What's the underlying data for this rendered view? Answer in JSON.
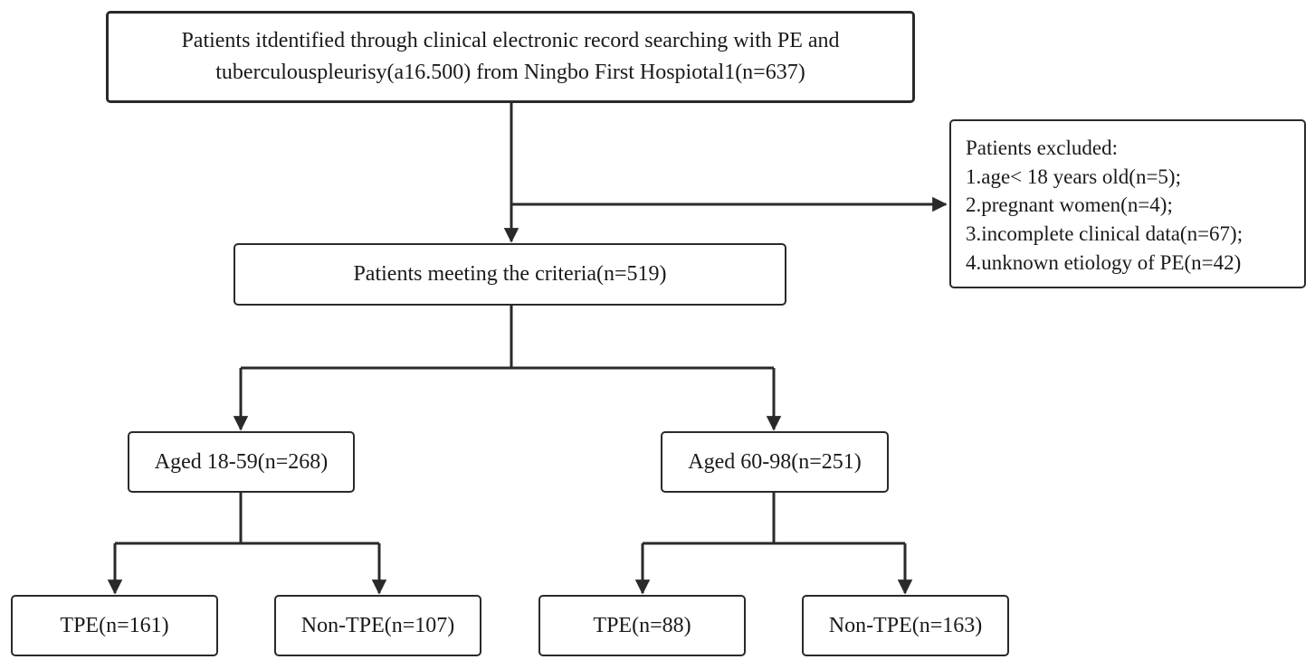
{
  "identified": {
    "line1": "Patients itdentified through clinical electronic record searching with PE and",
    "line2": "tuberculouspleurisy(a16.500) from Ningbo First Hospiotal1(n=637)"
  },
  "excluded": {
    "title": "Patients excluded:",
    "items": [
      "1.age< 18 years old(n=5);",
      "2.pregnant women(n=4);",
      "3.incomplete clinical data(n=67);",
      "4.unknown etiology of PE(n=42)"
    ]
  },
  "criteria": {
    "label": "Patients meeting the criteria(n=519)"
  },
  "groups": {
    "young": {
      "label": "Aged 18-59(n=268)",
      "tpe": "TPE(n=161)",
      "non_tpe": "Non-TPE(n=107)"
    },
    "old": {
      "label": "Aged 60-98(n=251)",
      "tpe": "TPE(n=88)",
      "non_tpe": "Non-TPE(n=163)"
    }
  },
  "colors": {
    "line": "#2a2a2a",
    "text": "#1a1a1a"
  }
}
